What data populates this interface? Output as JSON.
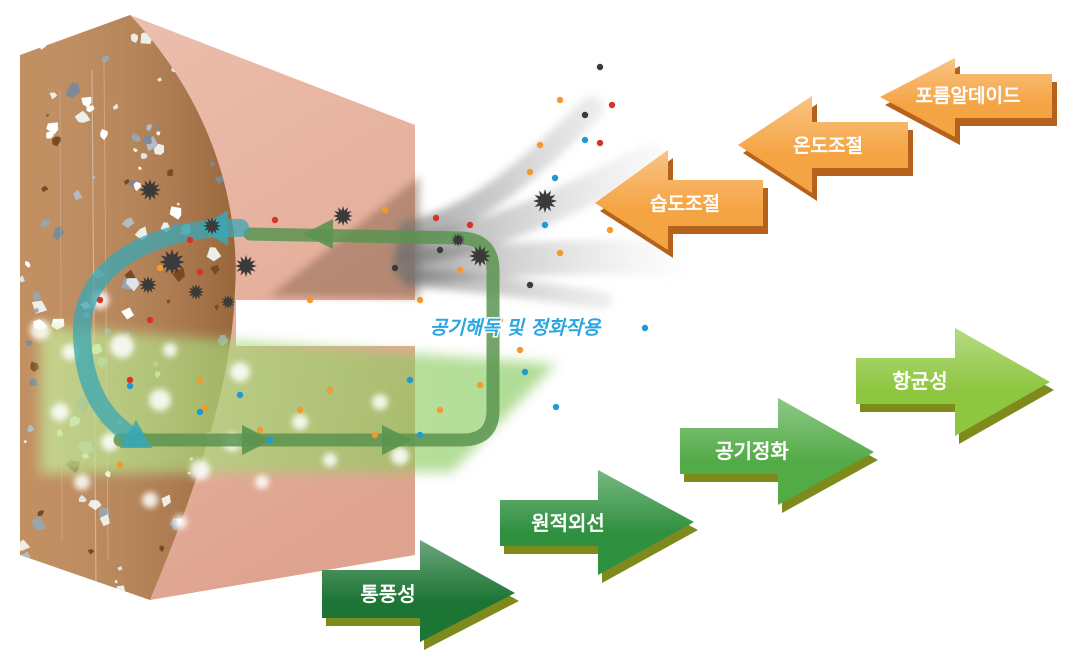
{
  "diagram": {
    "center_label": "공기해독 및 정화작용",
    "absorb_arrows": [
      {
        "label": "포름알데이드"
      },
      {
        "label": "온도조절"
      },
      {
        "label": "습도조절"
      }
    ],
    "emit_arrows": [
      {
        "label": "통풍성"
      },
      {
        "label": "원적외선"
      },
      {
        "label": "공기정화"
      },
      {
        "label": "항균성"
      }
    ]
  },
  "colors": {
    "orange_arrow": "#f5a443",
    "orange_arrow_shadow": "#b5621c",
    "green_arrow_1": "#1d7535",
    "green_arrow_2": "#2f903f",
    "green_arrow_3": "#52ab47",
    "green_arrow_4": "#8dc63f",
    "green_arrow_shadow": "#7f8a1c",
    "center_label": "#2ba6e0",
    "wall_cross_section": "#b9804c",
    "wall_face": "#e6ae9b",
    "loop_green": "#5b9450",
    "loop_teal": "#3aa7b3",
    "particle_orange": "#f39a2e",
    "particle_red": "#d9322b",
    "particle_blue": "#1e9bd7",
    "particle_dark": "#3a3a3a"
  }
}
